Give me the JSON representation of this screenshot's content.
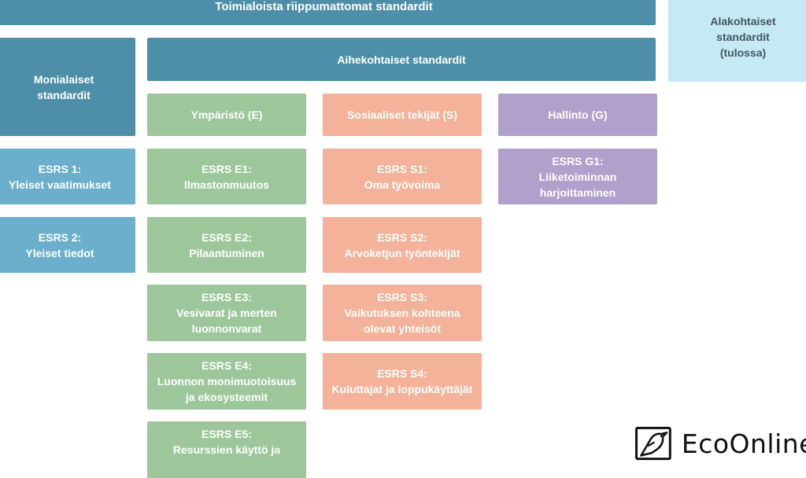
{
  "top_banner": "Toimialoista riippumattomat standardit",
  "sector_specific": [
    "Alakohtaiset",
    "standardit",
    "(tulossa)"
  ],
  "cross_cutting": {
    "header": [
      "Monialaiset",
      "standardit"
    ],
    "items": [
      [
        "ESRS 1:",
        "Yleiset vaatimukset"
      ],
      [
        "ESRS 2:",
        "Yleiset tiedot"
      ]
    ]
  },
  "topical_header": "Aihekohtaiset standardit",
  "environment": {
    "header": "Ympäristö (E)",
    "items": [
      [
        "ESRS E1:",
        "Ilmastonmuutos"
      ],
      [
        "ESRS E2:",
        "Pilaantuminen"
      ],
      [
        "ESRS E3:",
        "Vesivarat ja merten",
        "luonnonvarat"
      ],
      [
        "ESRS E4:",
        "Luonnon monimuotoisuus",
        "ja ekosysteemit"
      ],
      [
        "ESRS E5:",
        "Resurssien käyttö ja"
      ]
    ]
  },
  "social": {
    "header": "Sosiaaliset tekijät (S)",
    "items": [
      [
        "ESRS S1:",
        "Oma työvoima"
      ],
      [
        "ESRS S2:",
        "Arvoketjun työntekijät"
      ],
      [
        "ESRS S3:",
        "Vaikutuksen kohteena",
        "olevat yhteisöt"
      ],
      [
        "ESRS S4:",
        "Kuluttajat ja loppukäyttäjät"
      ]
    ]
  },
  "governance": {
    "header": "Hallinto (G)",
    "items": [
      [
        "ESRS G1:",
        "Liiketoiminnan",
        "harjoittaminen"
      ]
    ]
  },
  "logo": {
    "text": "EcoOnline",
    "icon": "bird-icon"
  },
  "colors": {
    "header": "#4d8ea8",
    "cross_cutting": "#6bafcc",
    "environment": "#9dc79b",
    "social": "#f3b299",
    "governance": "#b19fcc",
    "sector": "#c5e9f5"
  }
}
